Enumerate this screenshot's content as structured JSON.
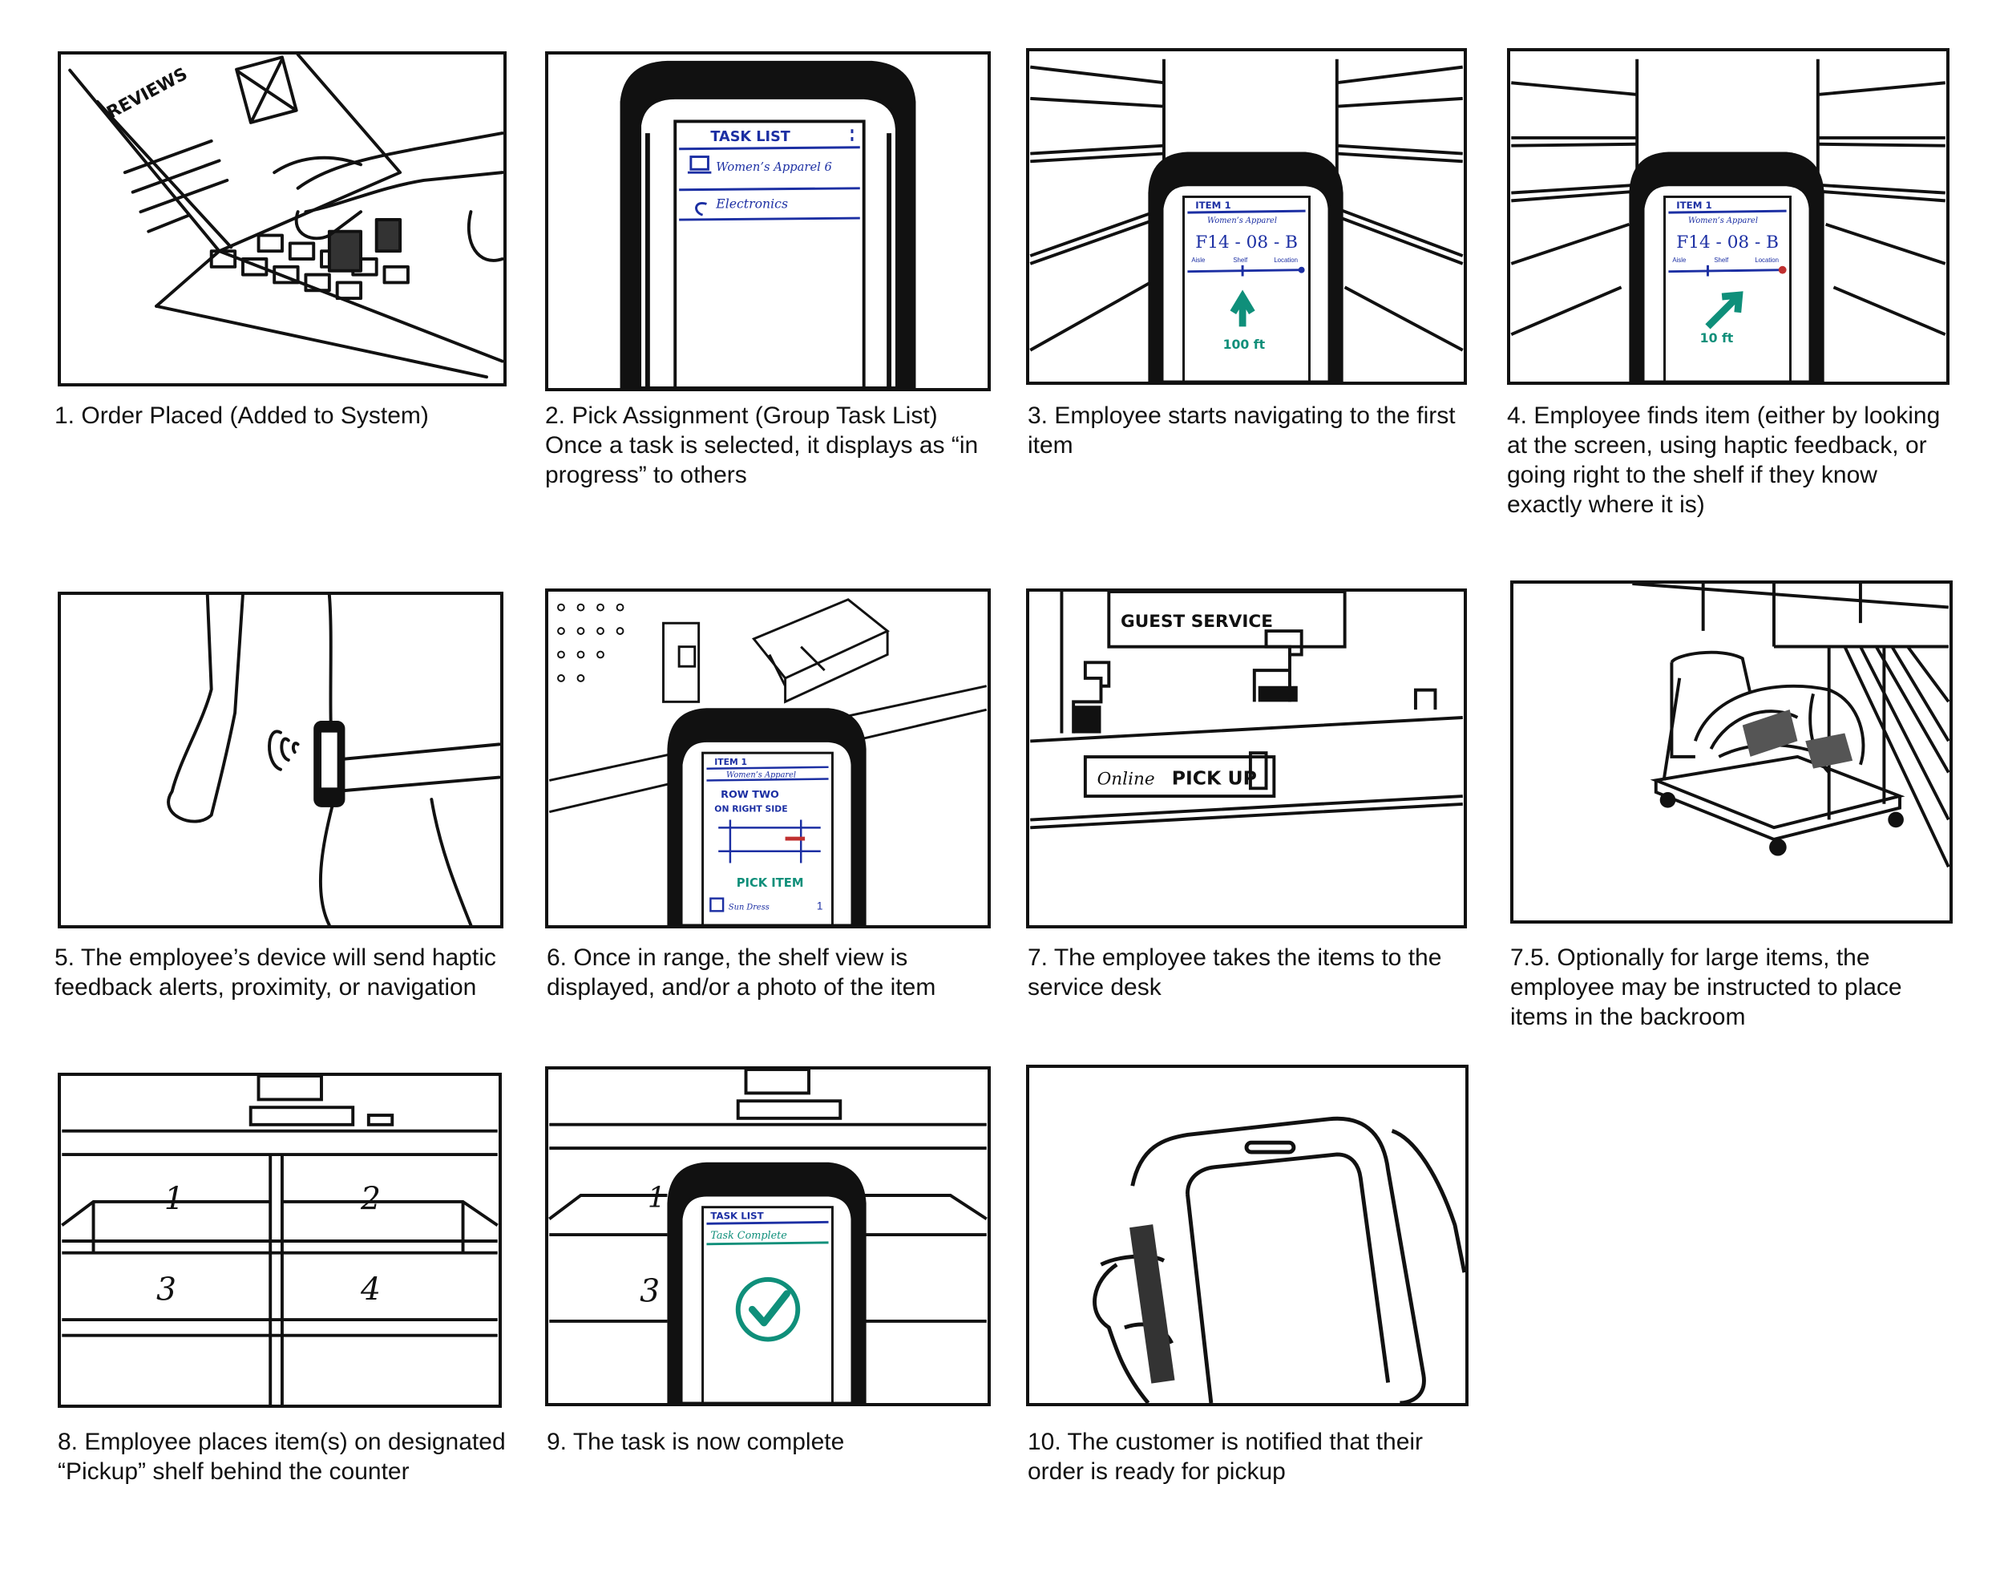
{
  "panels": [
    {
      "caption": "1. Order Placed (Added to System)",
      "sketch_text": [
        "REVIEWS"
      ]
    },
    {
      "caption": "2. Pick Assignment (Group Task List) Once a task is selected, it displays as “in progress” to others",
      "sketch_text": [
        "TASK LIST",
        "Women’s Apparel 6",
        "Electronics"
      ]
    },
    {
      "caption": "3. Employee starts navigating to the first item",
      "sketch_text": [
        "ITEM 1",
        "Women’s Apparel",
        "F14 - 08 - B",
        "Aisle",
        "Shelf",
        "Location",
        "100 ft"
      ]
    },
    {
      "caption": "4. Employee finds item (either by looking at the screen, using haptic feedback, or going right to the shelf if they know exactly where it is)",
      "sketch_text": [
        "ITEM 1",
        "Women’s Apparel",
        "F14 - 08 - B",
        "Aisle",
        "Shelf",
        "Location",
        "10 ft"
      ]
    },
    {
      "caption": "5. The employee’s device will send haptic feedback alerts, proximity, or navigation",
      "sketch_text": []
    },
    {
      "caption": "6. Once in range, the shelf view is displayed, and/or a photo of the item",
      "sketch_text": [
        "ITEM 1",
        "Women’s Apparel",
        "ROW TWO",
        "ON RIGHT SIDE",
        "PICK ITEM",
        "Sun Dress",
        "1"
      ]
    },
    {
      "caption": "7. The employee takes the items to the service desk",
      "sketch_text": [
        "GUEST SERVICE",
        "Online",
        "PICK UP"
      ]
    },
    {
      "caption": "7.5. Optionally for large items, the employee may be instructed to place items in the backroom",
      "sketch_text": []
    },
    {
      "caption": "8. Employee places item(s) on designated “Pickup” shelf behind the counter",
      "sketch_text": [
        "1",
        "2",
        "3",
        "4"
      ]
    },
    {
      "caption": "9. The task is now complete",
      "sketch_text": [
        "1",
        "3",
        "TASK LIST",
        "Task Complete"
      ]
    },
    {
      "caption": "10. The customer is notified that their order is ready for pickup",
      "sketch_text": []
    }
  ],
  "colors": {
    "ink": "#111111",
    "blue_marker": "#1c2fa3",
    "green_marker": "#0f8f7a"
  }
}
